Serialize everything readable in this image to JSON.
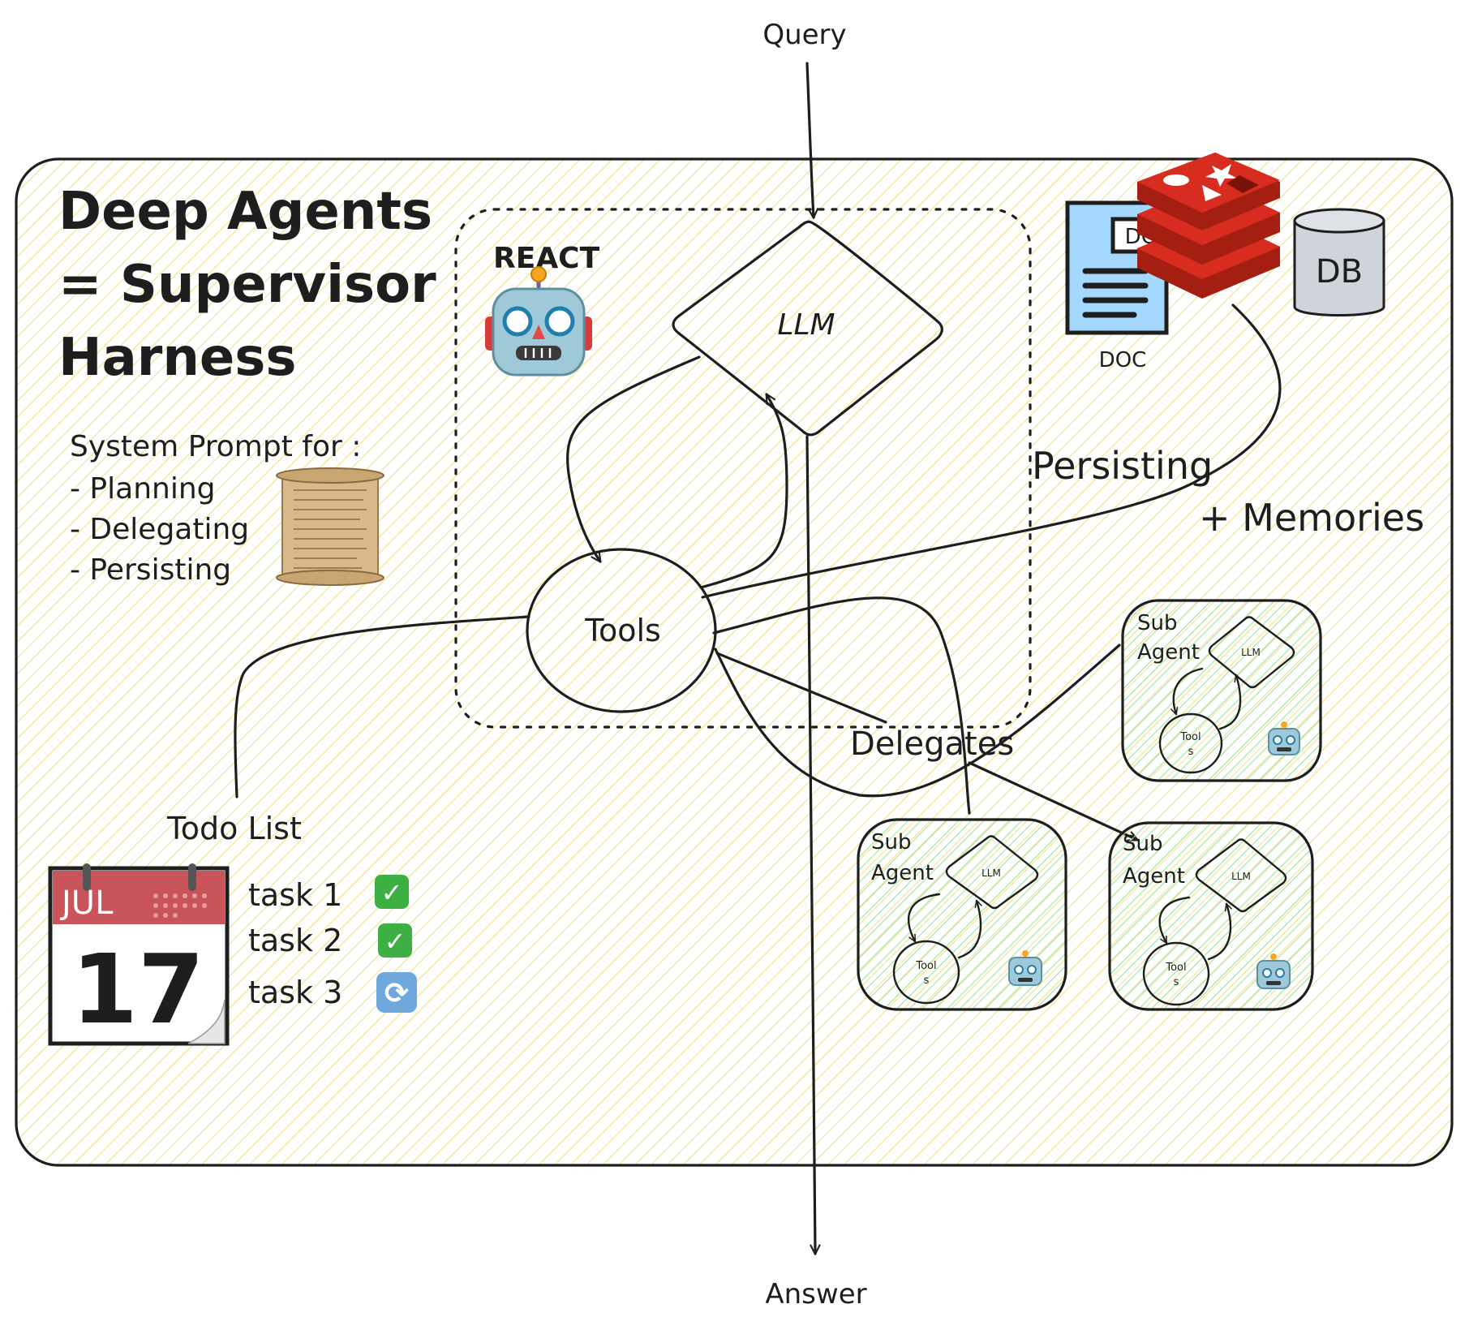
{
  "flow": {
    "query_label": "Query",
    "answer_label": "Answer"
  },
  "harness": {
    "title_line1": "Deep Agents",
    "title_line2": "= Supervisor",
    "title_line3": "Harness"
  },
  "system_prompt": {
    "heading": "System Prompt for :",
    "items": [
      "- Planning",
      "- Delegating",
      "- Persisting"
    ],
    "icon": "scroll-icon"
  },
  "react": {
    "label": "REACT",
    "icon": "robot-icon"
  },
  "core": {
    "llm_label": "LLM",
    "tools_label": "Tools"
  },
  "storage": {
    "doc_badge": "DOC",
    "doc_caption": "DOC",
    "db_label": "DB",
    "doc_icon": "document-icon",
    "redis_icon": "redis-icon"
  },
  "labels": {
    "persisting": "Persisting",
    "memories": "+ Memories",
    "delegates": "Delegates"
  },
  "todo": {
    "title": "Todo List",
    "calendar_month": "JUL",
    "calendar_day": "17",
    "tasks": [
      {
        "label": "task 1",
        "status": "done",
        "glyph": "✓"
      },
      {
        "label": "task 2",
        "status": "done",
        "glyph": "✓"
      },
      {
        "label": "task 3",
        "status": "in-progress",
        "glyph": "⟳"
      }
    ]
  },
  "subagents": [
    {
      "title_line1": "Sub",
      "title_line2": "Agent",
      "llm_label": "LLM",
      "tools_label_1": "Tool",
      "tools_label_2": "s"
    },
    {
      "title_line1": "Sub",
      "title_line2": "Agent",
      "llm_label": "LLM",
      "tools_label_1": "Tool",
      "tools_label_2": "s"
    },
    {
      "title_line1": "Sub",
      "title_line2": "Agent",
      "llm_label": "LLM",
      "tools_label_1": "Tool",
      "tools_label_2": "s"
    }
  ],
  "colors": {
    "hatch_yellow": "#f3e79a",
    "hatch_green": "#a8e6a3",
    "doc_blue": "#a5d8ff",
    "redis_red": "#c9302c",
    "db_gray": "#ced4da",
    "check_green": "#3cb043",
    "refresh_blue": "#6fa8dc"
  }
}
